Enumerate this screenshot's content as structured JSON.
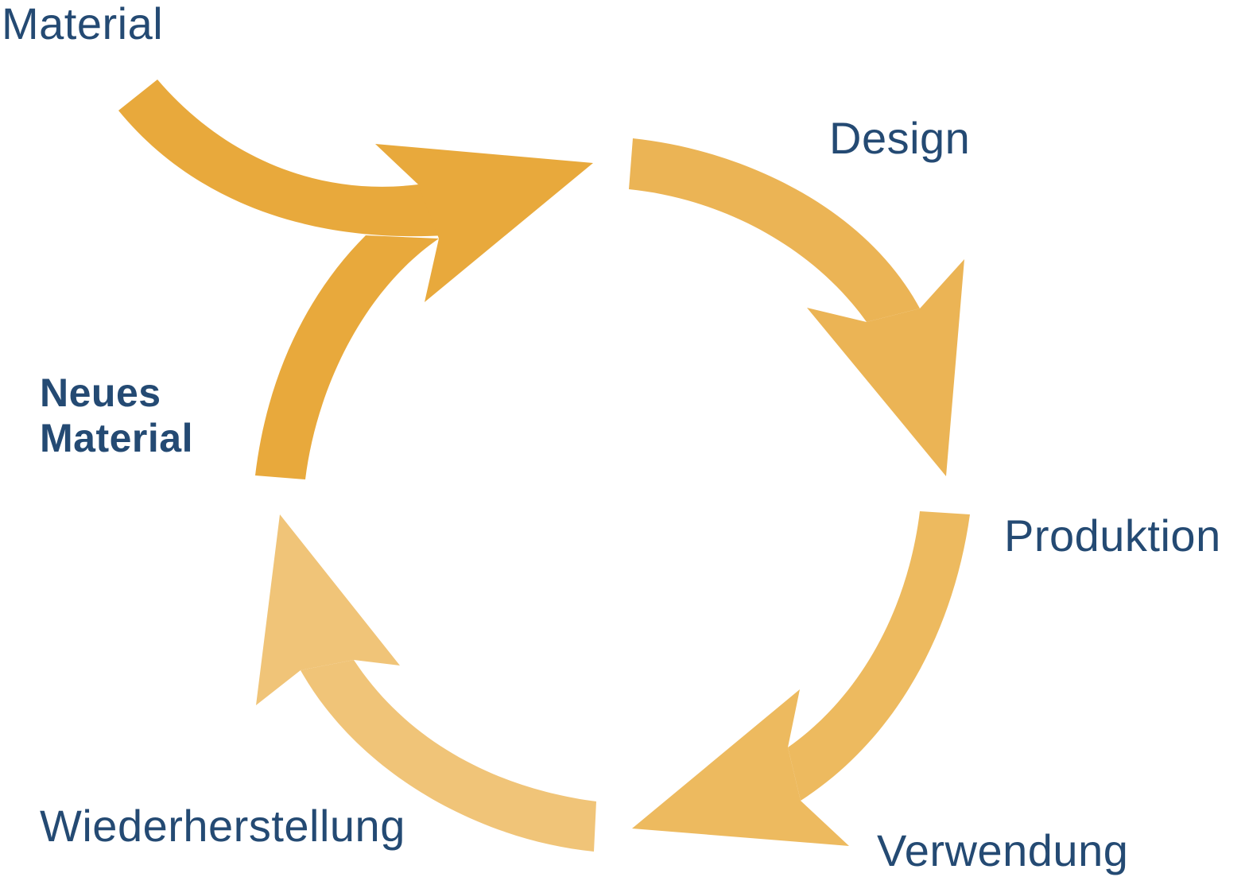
{
  "labels": {
    "material": "Material",
    "design": "Design",
    "produktion": "Produktion",
    "verwendung": "Verwendung",
    "wiederherstellung": "Wiederherstellung",
    "neues_line1": "Neues",
    "neues_line2": "Material"
  },
  "colors": {
    "text": "#244a73",
    "arrow_new_material": "#e8a93c",
    "arrow_design": "#ebb455",
    "arrow_produktion": "#edba5f",
    "arrow_wiederherstellung": "#f0c478"
  }
}
